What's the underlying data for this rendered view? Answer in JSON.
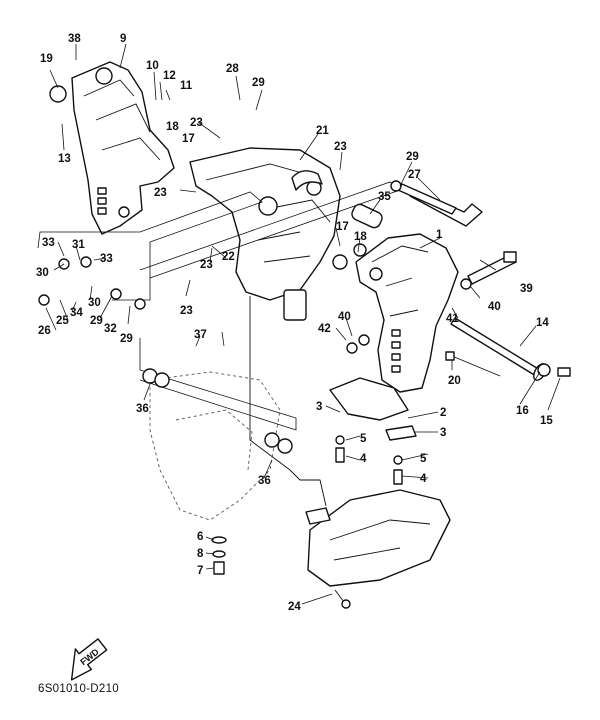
{
  "diagram": {
    "drawing_code": "6S01010-D210",
    "direction_label": "FWD",
    "callouts": [
      {
        "n": "1"
      },
      {
        "n": "2"
      },
      {
        "n": "3"
      },
      {
        "n": "3"
      },
      {
        "n": "4"
      },
      {
        "n": "4"
      },
      {
        "n": "5"
      },
      {
        "n": "5"
      },
      {
        "n": "6"
      },
      {
        "n": "7"
      },
      {
        "n": "8"
      },
      {
        "n": "9"
      },
      {
        "n": "10"
      },
      {
        "n": "11"
      },
      {
        "n": "12"
      },
      {
        "n": "13"
      },
      {
        "n": "14"
      },
      {
        "n": "15"
      },
      {
        "n": "16"
      },
      {
        "n": "17"
      },
      {
        "n": "17"
      },
      {
        "n": "18"
      },
      {
        "n": "18"
      },
      {
        "n": "19"
      },
      {
        "n": "20"
      },
      {
        "n": "21"
      },
      {
        "n": "22"
      },
      {
        "n": "23"
      },
      {
        "n": "23"
      },
      {
        "n": "23"
      },
      {
        "n": "23"
      },
      {
        "n": "23"
      },
      {
        "n": "24"
      },
      {
        "n": "25"
      },
      {
        "n": "26"
      },
      {
        "n": "27"
      },
      {
        "n": "28"
      },
      {
        "n": "29"
      },
      {
        "n": "29"
      },
      {
        "n": "29"
      },
      {
        "n": "29"
      },
      {
        "n": "30"
      },
      {
        "n": "30"
      },
      {
        "n": "31"
      },
      {
        "n": "32"
      },
      {
        "n": "33"
      },
      {
        "n": "33"
      },
      {
        "n": "34"
      },
      {
        "n": "35"
      },
      {
        "n": "36"
      },
      {
        "n": "36"
      },
      {
        "n": "37"
      },
      {
        "n": "38"
      },
      {
        "n": "39"
      },
      {
        "n": "40"
      },
      {
        "n": "40"
      },
      {
        "n": "41"
      },
      {
        "n": "42"
      }
    ]
  }
}
